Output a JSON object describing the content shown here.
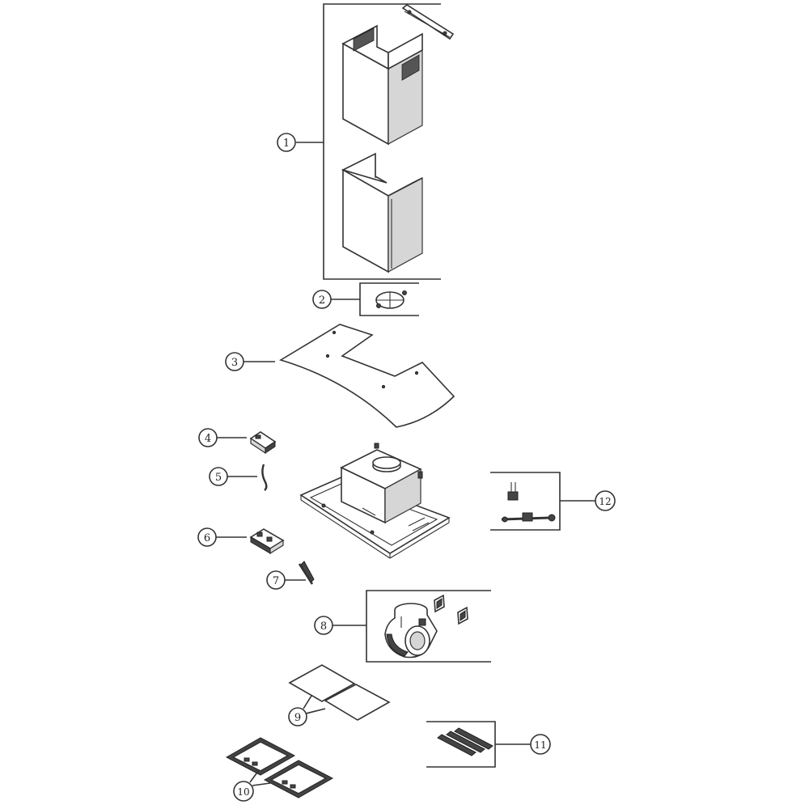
{
  "callouts": [
    {
      "id": "1",
      "label": "1"
    },
    {
      "id": "2",
      "label": "2"
    },
    {
      "id": "3",
      "label": "3"
    },
    {
      "id": "4",
      "label": "4"
    },
    {
      "id": "5",
      "label": "5"
    },
    {
      "id": "6",
      "label": "6"
    },
    {
      "id": "7",
      "label": "7"
    },
    {
      "id": "8",
      "label": "8"
    },
    {
      "id": "9",
      "label": "9"
    },
    {
      "id": "10",
      "label": "10"
    },
    {
      "id": "11",
      "label": "11"
    },
    {
      "id": "12",
      "label": "12"
    }
  ],
  "colors": {
    "line": "#333333",
    "shade": "#d6d6d6",
    "background": "#ffffff"
  }
}
